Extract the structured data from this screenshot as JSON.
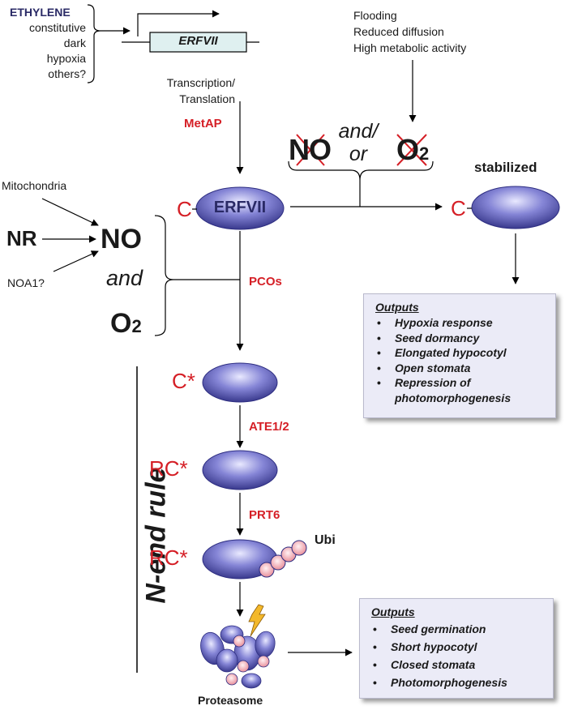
{
  "inducers": {
    "title": "ETHYLENE",
    "items": [
      "constitutive",
      "dark",
      "hypoxia",
      "others?"
    ]
  },
  "gene": {
    "name": "ERFVII"
  },
  "conditions": [
    "Flooding",
    "Reduced diffusion",
    "High metabolic activity"
  ],
  "steps": {
    "transcription_line1": "Transcription/",
    "transcription_line2": "Translation",
    "metap": "MetAP",
    "pcos": "PCOs",
    "ate": "ATE1/2",
    "prt6": "PRT6"
  },
  "no_o2": {
    "no": "NO",
    "and_or_1": "and/",
    "and_or_2": "or",
    "o": "O",
    "sub": "2"
  },
  "protein": {
    "c_label": "C",
    "name": "ERFVII",
    "stabilized": "stabilized"
  },
  "no_sources": {
    "mitochondria": "Mitochondria",
    "nr": "NR",
    "noa1": "NOA1?",
    "no": "NO",
    "and": "and",
    "o": "O",
    "sub": "2"
  },
  "nend": {
    "title": "N-end rule",
    "c_star": "C*",
    "rc_star_1": "RC*",
    "rc_star_2": "RC*",
    "ubi": "Ubi",
    "proteasome": "Proteasome"
  },
  "outputs_top": {
    "title": "Outputs",
    "items": [
      "Hypoxia response",
      "Seed dormancy",
      "Elongated hypocotyl",
      "Open stomata",
      "Repression of",
      "photomorphogenesis"
    ]
  },
  "outputs_bottom": {
    "title": "Outputs",
    "items": [
      "Seed germination",
      "Short hypocotyl",
      "Closed stomata",
      "Photomorphogenesis"
    ]
  },
  "colors": {
    "red": "#d51f26",
    "protein_dark": "#2e2e82",
    "protein_light": "#d8d8ff",
    "ubi": "#f4b6bd",
    "navy_text": "#2a2a66",
    "box_bg": "#ebebf7"
  }
}
